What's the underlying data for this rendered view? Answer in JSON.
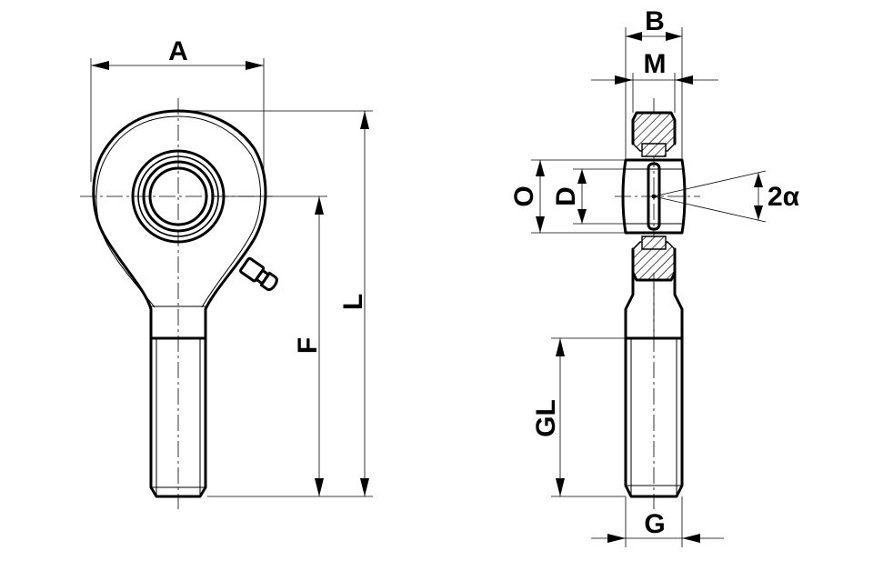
{
  "dimensions": {
    "A": "A",
    "F": "F",
    "L": "L",
    "B": "B",
    "M": "M",
    "O": "O",
    "D": "D",
    "angle": "2α",
    "GL": "GL",
    "G": "G"
  }
}
